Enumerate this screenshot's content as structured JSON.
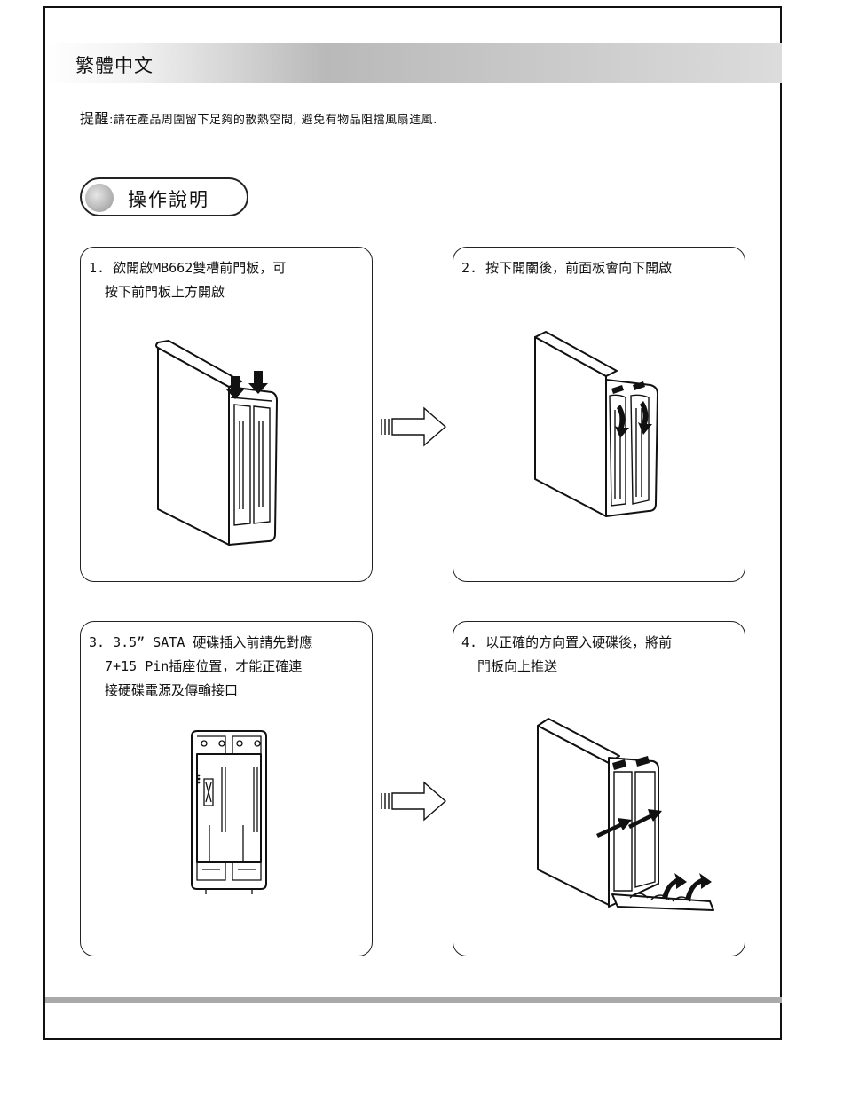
{
  "header": {
    "language_title": "繁體中文"
  },
  "reminder": {
    "label": "提醒",
    "text": ":請在產品周圍留下足夠的散熱空間, 避免有物品阻擋風扇進風."
  },
  "section": {
    "title": "操作說明"
  },
  "steps": [
    {
      "line1": "1. 欲開啟MB662雙槽前門板，可",
      "line2": "  按下前門板上方開啟",
      "line3": ""
    },
    {
      "line1": "2. 按下開關後，前面板會向下開啟",
      "line2": "",
      "line3": ""
    },
    {
      "line1": "3. 3.5” SATA 硬碟插入前請先對應",
      "line2": "  7+15 Pin插座位置，才能正確連",
      "line3": "  接硬碟電源及傳輸接口"
    },
    {
      "line1": "4. 以正確的方向置入硬碟後，將前",
      "line2": "  門板向上推送",
      "line3": ""
    }
  ],
  "icons": {
    "flow_arrow": "hollow-right-arrow-icon",
    "press_arrow": "down-arrow-icon"
  }
}
